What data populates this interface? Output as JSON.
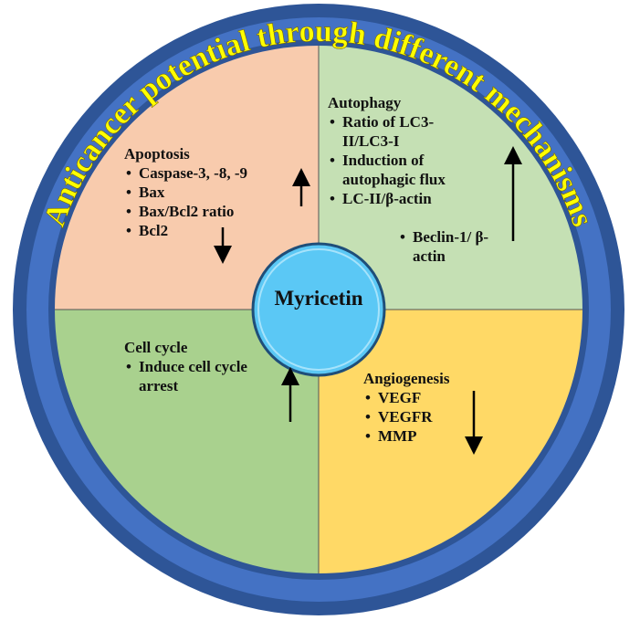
{
  "title": "Anticancer potential through different mechanisms",
  "center": "Myricetin",
  "colors": {
    "ring_outer": "#2e5597",
    "ring_inner": "#4472c4",
    "title_text": "#ffff00",
    "apoptosis": "#f8cbad",
    "autophagy": "#c5e0b4",
    "cell_cycle": "#a9d18e",
    "angiogenesis": "#ffd966",
    "center_fill": "#5bc8f5"
  },
  "quadrants": {
    "apoptosis": {
      "title": "Apoptosis",
      "items": [
        "Caspase-3, -8, -9",
        "Bax",
        "Bax/Bcl2 ratio",
        "Bcl2"
      ],
      "up_arrow": "up",
      "down_arrow": "down"
    },
    "autophagy": {
      "title": "Autophagy",
      "items": [
        "Ratio of LC3-II/LC3-I",
        "Induction of autophagic flux",
        "LC-II/β-actin"
      ],
      "extra_item": "Beclin-1/ β-actin",
      "arrow": "up"
    },
    "cell_cycle": {
      "title": "Cell cycle",
      "items": [
        "Induce cell cycle arrest"
      ],
      "arrow": "up"
    },
    "angiogenesis": {
      "title": "Angiogenesis",
      "items": [
        "VEGF",
        "VEGFR",
        "MMP"
      ],
      "arrow": "down"
    }
  }
}
